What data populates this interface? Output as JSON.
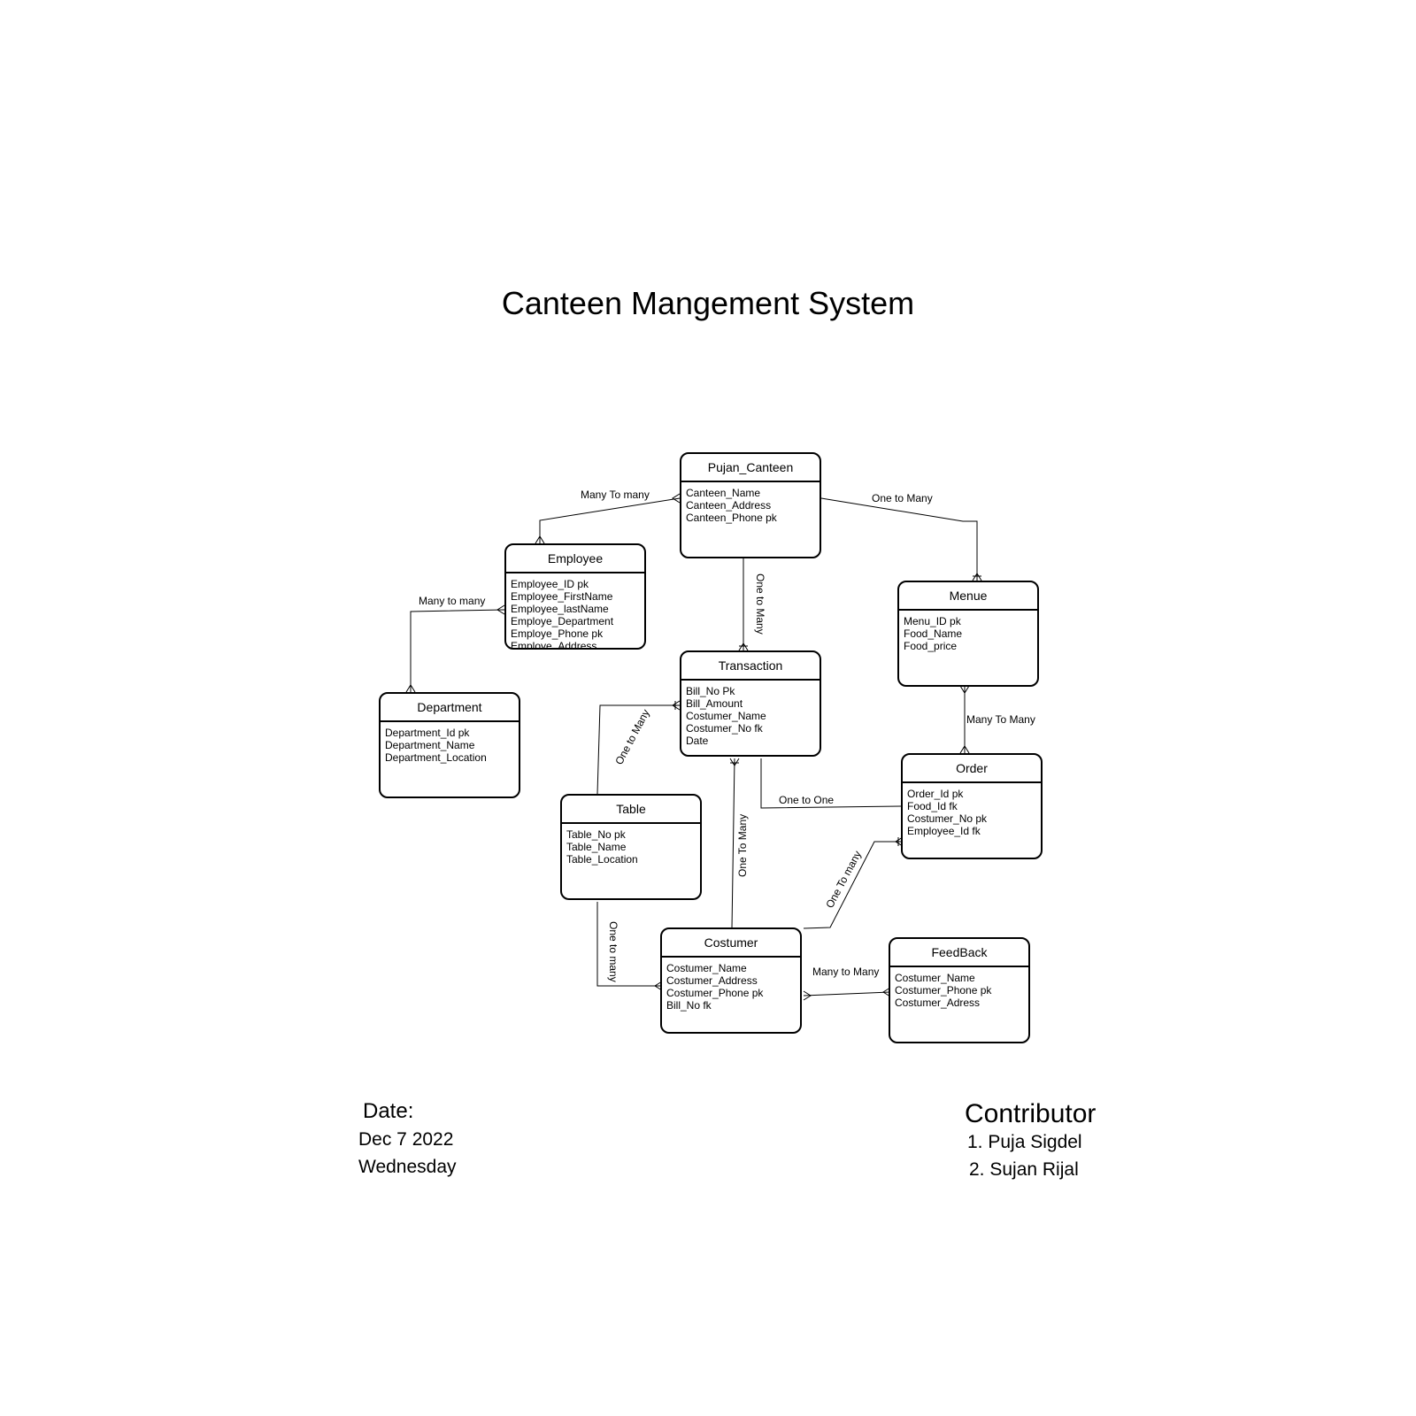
{
  "title": "Canteen Mangement System",
  "entities": {
    "pujan_canteen": {
      "name": "Pujan_Canteen",
      "attributes": [
        "Canteen_Name",
        "Canteen_Address",
        "Canteen_Phone pk"
      ]
    },
    "employee": {
      "name": "Employee",
      "attributes": [
        "Employee_ID pk",
        "Employee_FirstName",
        "Employee_lastName",
        "Employe_Department",
        "Employe_Phone pk",
        "Employe_Address"
      ]
    },
    "menue": {
      "name": "Menue",
      "attributes": [
        "Menu_ID pk",
        "Food_Name",
        "Food_price"
      ]
    },
    "transaction": {
      "name": "Transaction",
      "attributes": [
        "Bill_No Pk",
        "Bill_Amount",
        "Costumer_Name",
        "Costumer_No fk",
        "Date"
      ]
    },
    "department": {
      "name": "Department",
      "attributes": [
        "Department_Id pk",
        "Department_Name",
        "Department_Location"
      ]
    },
    "order": {
      "name": "Order",
      "attributes": [
        "Order_Id pk",
        "Food_Id fk",
        "Costumer_No pk",
        "Employee_Id fk"
      ]
    },
    "table": {
      "name": "Table",
      "attributes": [
        "Table_No pk",
        "Table_Name",
        "Table_Location"
      ]
    },
    "costumer": {
      "name": "Costumer",
      "attributes": [
        "Costumer_Name",
        "Costumer_Address",
        "Costumer_Phone pk",
        "Bill_No fk"
      ]
    },
    "feedback": {
      "name": "FeedBack",
      "attributes": [
        "Costumer_Name",
        "Costumer_Phone pk",
        "Costumer_Adress"
      ]
    }
  },
  "relationships": [
    {
      "from": "Pujan_Canteen",
      "to": "Employee",
      "label": "Many To many"
    },
    {
      "from": "Pujan_Canteen",
      "to": "Menue",
      "label": "One to Many"
    },
    {
      "from": "Pujan_Canteen",
      "to": "Transaction",
      "label": "One to Many"
    },
    {
      "from": "Employee",
      "to": "Department",
      "label": "Many to many"
    },
    {
      "from": "Menue",
      "to": "Order",
      "label": "Many To Many"
    },
    {
      "from": "Table",
      "to": "Transaction",
      "label": "One to Many"
    },
    {
      "from": "Transaction",
      "to": "Order",
      "label": "One to One"
    },
    {
      "from": "Costumer",
      "to": "Transaction",
      "label": "One To Many"
    },
    {
      "from": "Costumer",
      "to": "Order",
      "label": "One To many"
    },
    {
      "from": "Table",
      "to": "Costumer",
      "label": "One to many"
    },
    {
      "from": "Costumer",
      "to": "FeedBack",
      "label": "Many to Many"
    }
  ],
  "footer": {
    "date_label": "Date:",
    "date_value": "Dec 7 2022",
    "day": "Wednesday",
    "contributor_heading": "Contributor",
    "contributors": [
      "1. Puja Sigdel",
      "2. Sujan Rijal"
    ]
  }
}
